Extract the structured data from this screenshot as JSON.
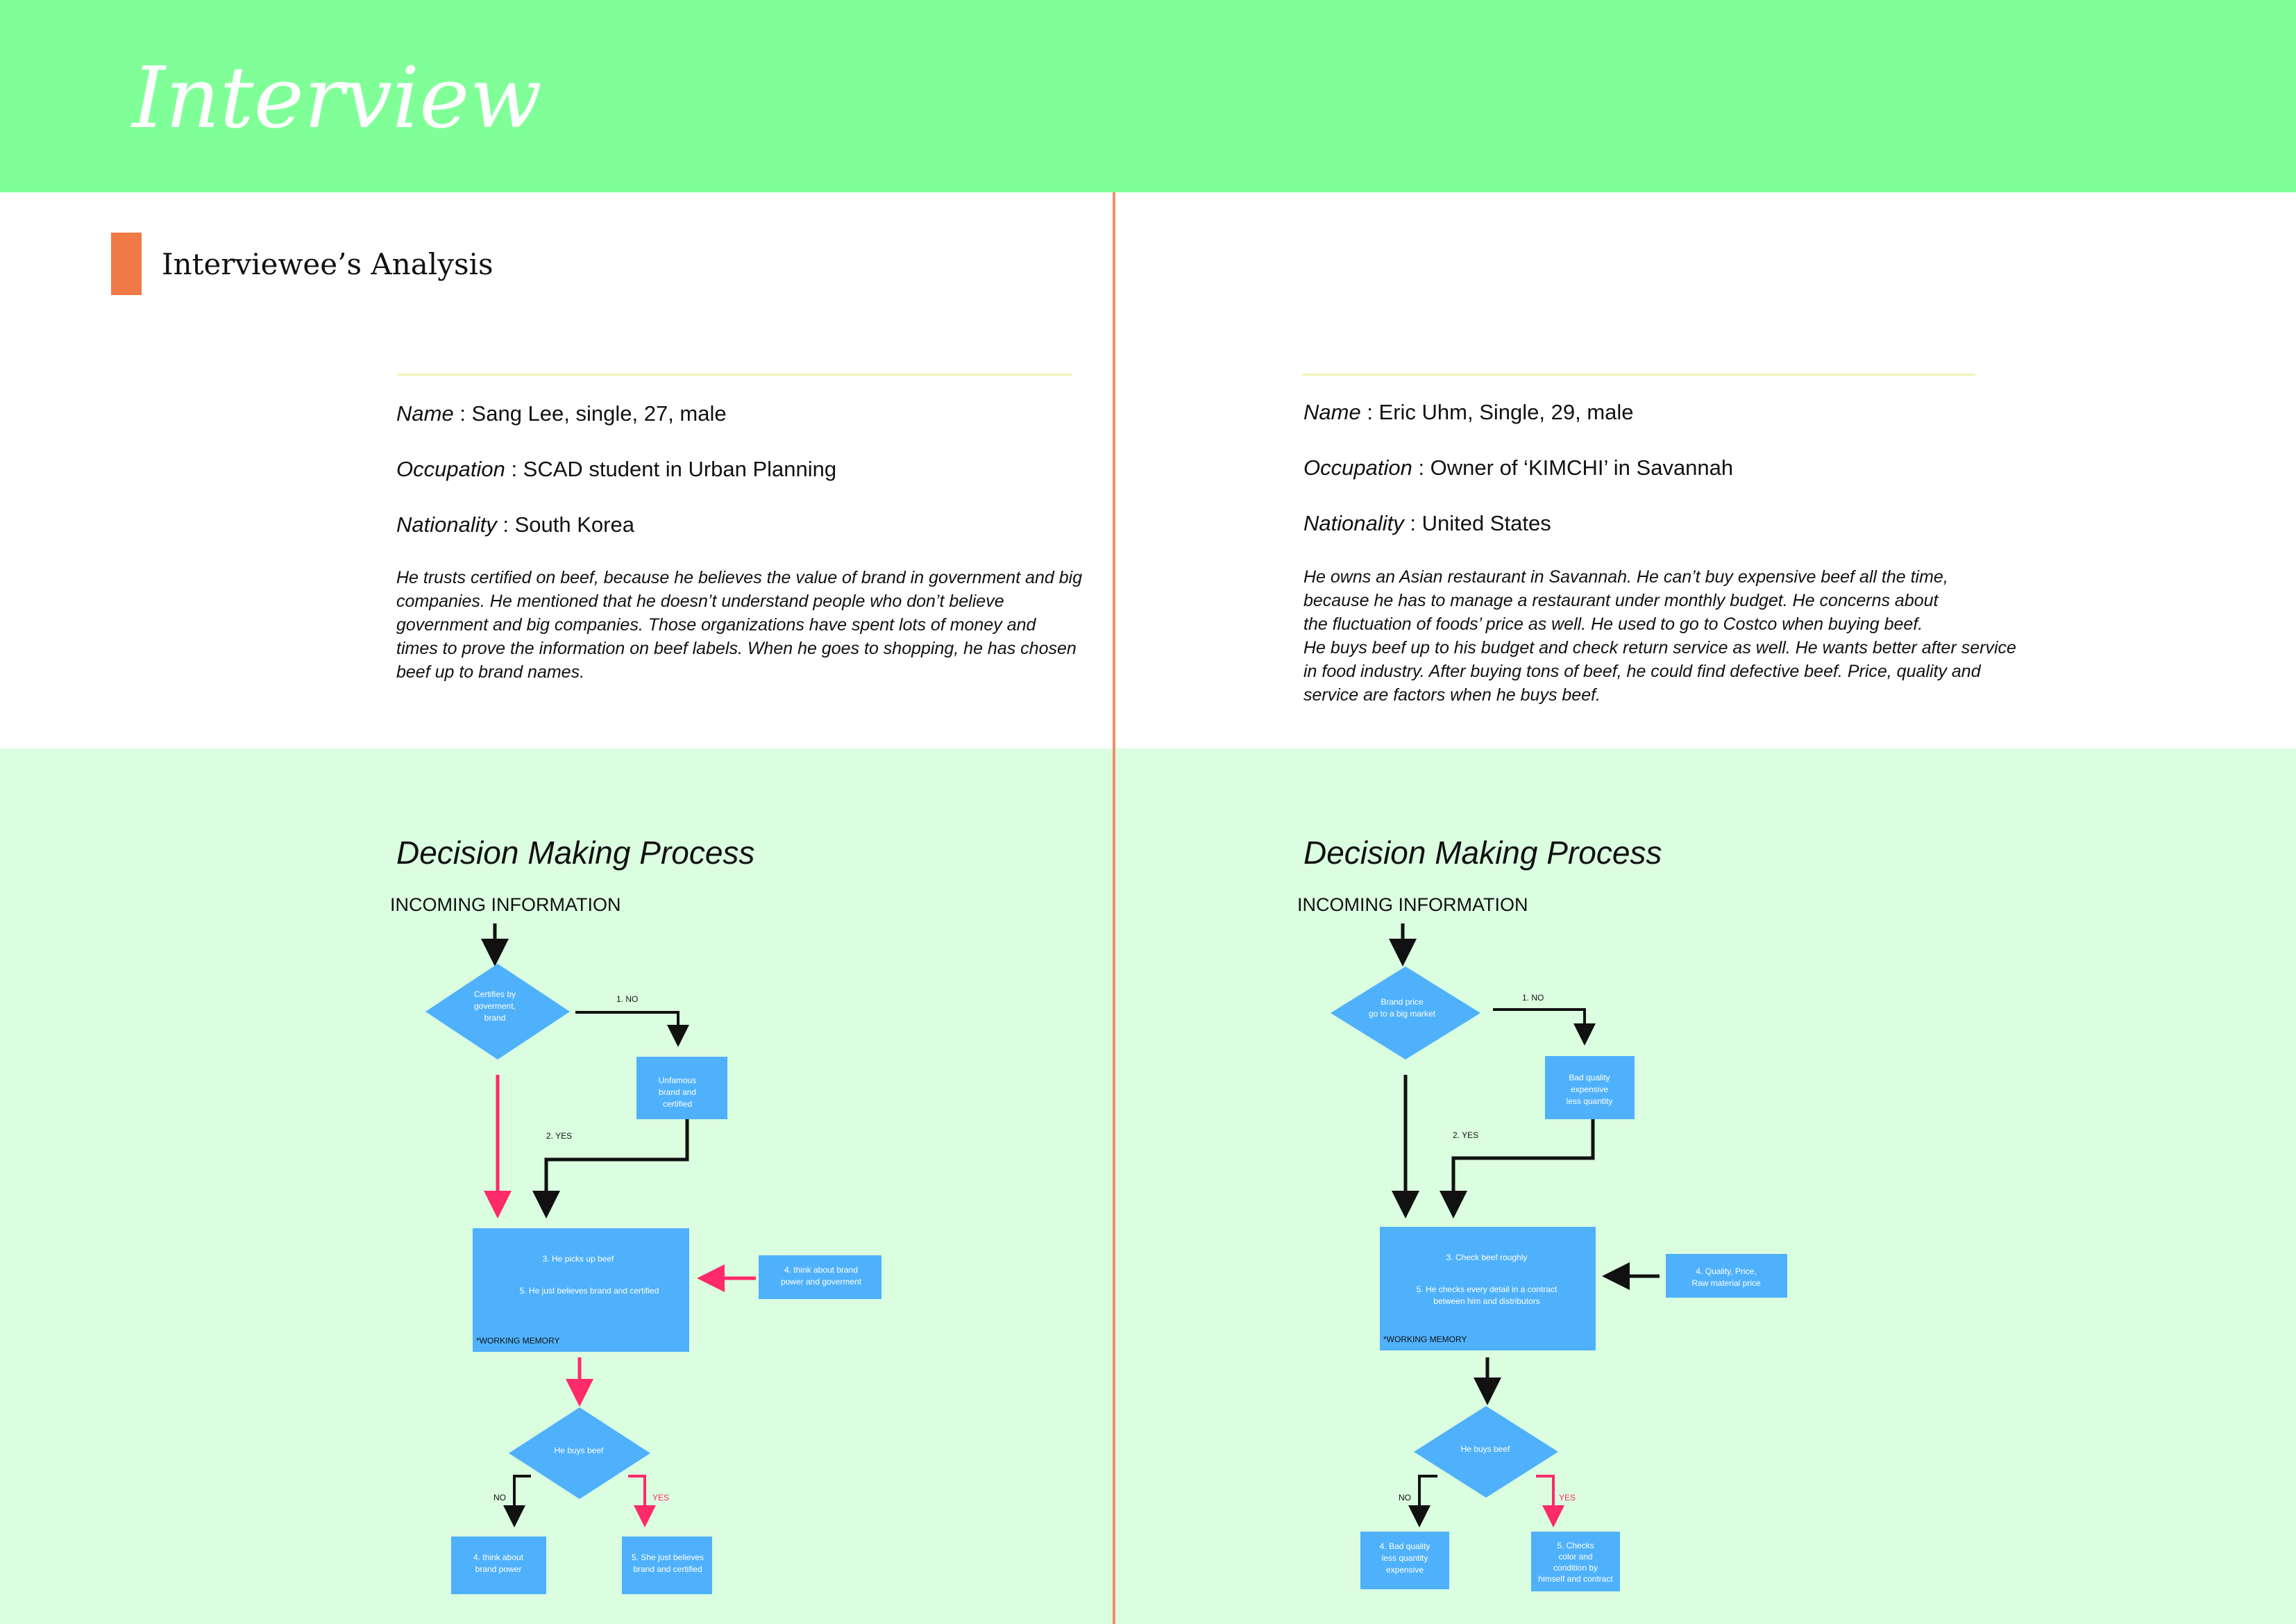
{
  "header": {
    "title": "Interview"
  },
  "section": {
    "title": "Interviewee’s Analysis"
  },
  "left": {
    "name_label": "Name",
    "name_value": " : Sang Lee, single, 27, male",
    "occupation_label": "Occupation",
    "occupation_value": " : SCAD student in Urban Planning",
    "nationality_label": "Nationality",
    "nationality_value": " : South Korea",
    "description": "He trusts certified on beef, because he believes the value of brand in government and big\ncompanies. He mentioned that he doesn’t understand people who don’t believe\ngovernment and big companies. Those organizations have spent lots of money and\ntimes to prove the information on beef labels. When he goes to shopping, he has chosen\nbeef up to brand names.",
    "diagram": {
      "title": "Decision Making Process",
      "incoming": "INCOMING INFORMATION",
      "decision1": [
        "Certifies by",
        "goverment,",
        "brand"
      ],
      "no_label": "1. NO",
      "box1": [
        "Unfamous",
        "brand and",
        "certified"
      ],
      "yes_label": "2. YES",
      "memory_line1": "3. He picks up beef",
      "memory_line2": "5. He just believes brand and certified",
      "memory_note": "*WORKING MEMORY",
      "side_box": [
        "4. think about brand",
        "power and goverment"
      ],
      "decision2": "He buys beef",
      "no2": "NO",
      "yes2": "YES",
      "out_left": [
        "4. think about",
        "brand power"
      ],
      "out_right": [
        "5. She just believes",
        "brand and certified"
      ]
    }
  },
  "right": {
    "name_label": "Name",
    "name_value": " : Eric Uhm, Single, 29, male",
    "occupation_label": "Occupation",
    "occupation_value": " : Owner of  ‘KIMCHI’ in Savannah",
    "nationality_label": "Nationality",
    "nationality_value": " : United States",
    "description": "He owns an Asian restaurant in Savannah. He can’t buy expensive beef all the time,\nbecause he has to manage a restaurant under monthly budget. He concerns about\nthe fluctuation of foods’ price as well. He used to go to Costco when buying beef.\nHe buys beef up to his budget and check return service as well. He wants better after service\nin food industry. After buying tons of beef, he could find defective beef. Price, quality and\nservice are factors when he buys beef.",
    "diagram": {
      "title": "Decision Making Process",
      "incoming": "INCOMING INFORMATION",
      "decision1": [
        "Brand price",
        "go to a big market"
      ],
      "no_label": "1. NO",
      "box1": [
        "Bad quality",
        "expensive",
        "less quantity"
      ],
      "yes_label": "2. YES",
      "memory_line1": "3.  Check beef roughly",
      "memory_line2a": "5. He checks every detail in a contract",
      "memory_line2b": "between him and distributors",
      "memory_note": "*WORKING MEMORY",
      "side_box": [
        "4. Quality, Price,",
        "Raw material price"
      ],
      "decision2": "He buys beef",
      "no2": "NO",
      "yes2": "YES",
      "out_left": [
        "4. Bad quality",
        "less quantity",
        "expensive"
      ],
      "out_right": [
        "5. Checks",
        "color and",
        "condition by",
        "himself and contract"
      ]
    }
  },
  "colors": {
    "header": "#80ff98",
    "band": "#dbfde0",
    "accent": "#f07a45",
    "divider": "#ef8f68",
    "node": "#4fb1fb",
    "arrow_black": "#111111",
    "arrow_red": "#ff2a6a"
  }
}
